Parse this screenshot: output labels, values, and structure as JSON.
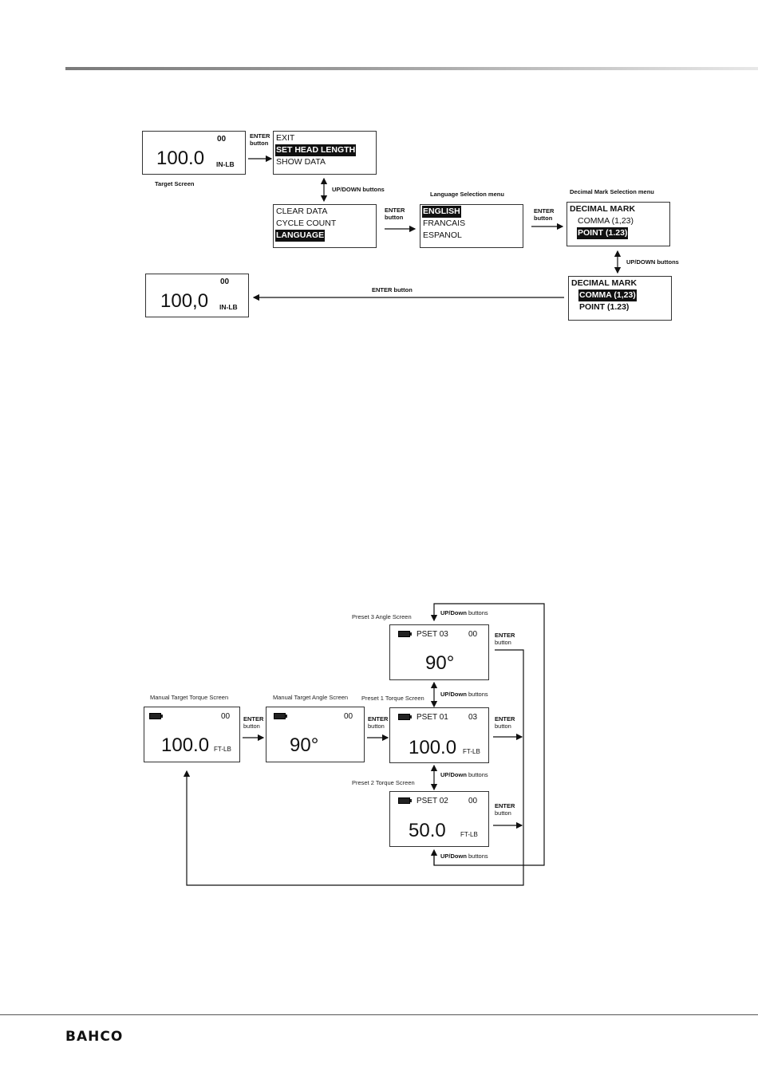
{
  "diagram1": {
    "target_screen": {
      "count": "00",
      "value": "100.0",
      "unit": "IN-LB",
      "caption": "Target Screen"
    },
    "enter_label_1": [
      "ENTER",
      "button"
    ],
    "main_menu_1": {
      "items": [
        "EXIT",
        "SET HEAD LENGTH",
        "SHOW DATA"
      ]
    },
    "updown_label_1": "UP/DOWN buttons",
    "main_menu_2": {
      "items": [
        "CLEAR DATA",
        "CYCLE COUNT",
        "LANGUAGE"
      ]
    },
    "enter_label_2": [
      "ENTER",
      "button"
    ],
    "language_menu": {
      "caption": "Language Selection menu",
      "items": [
        "ENGLISH",
        "FRANCAIS",
        "ESPANOL"
      ]
    },
    "enter_label_3": [
      "ENTER",
      "button"
    ],
    "decimal_menu_1": {
      "caption": "Decimal Mark Selection menu",
      "title": "DECIMAL MARK",
      "items": [
        "COMMA (1,23)",
        "POINT (1.23)"
      ]
    },
    "updown_label_2": "UP/DOWN buttons",
    "decimal_menu_2": {
      "title": "DECIMAL MARK",
      "items": [
        "COMMA (1,23)",
        "POINT (1.23)"
      ]
    },
    "enter_label_4": "ENTER button",
    "result_screen": {
      "count": "00",
      "value": "100,0",
      "unit": "IN-LB"
    }
  },
  "diagram2": {
    "manual_torque": {
      "caption": "Manual Target Torque Screen",
      "count": "00",
      "value": "100.0",
      "unit": "FT-LB"
    },
    "enter_a": [
      "ENTER",
      "button"
    ],
    "manual_angle": {
      "caption": "Manual Target Angle Screen",
      "count": "00",
      "value": "90°"
    },
    "enter_b": [
      "ENTER",
      "button"
    ],
    "preset3": {
      "caption": "Preset 3 Angle Screen",
      "name": "PSET 03",
      "count": "00",
      "value": "90°"
    },
    "preset1": {
      "caption": "Preset 1 Torque Screen",
      "name": "PSET 01",
      "count": "03",
      "value": "100.0",
      "unit": "FT-LB"
    },
    "preset2": {
      "caption": "Preset 2 Torque Screen",
      "name": "PSET 02",
      "count": "00",
      "value": "50.0",
      "unit": "FT-LB"
    },
    "updown_top": [
      "UP/Down",
      "buttons"
    ],
    "updown_mid1": [
      "UP/Down",
      "buttons"
    ],
    "updown_mid2": [
      "UP/Down",
      "buttons"
    ],
    "updown_bottom": [
      "UP/Down",
      "buttons"
    ],
    "enter_p3": [
      "ENTER",
      "button"
    ],
    "enter_p1": [
      "ENTER",
      "button"
    ],
    "enter_p2": [
      "ENTER",
      "button"
    ]
  },
  "footer": {
    "brand": "BAHCO"
  }
}
